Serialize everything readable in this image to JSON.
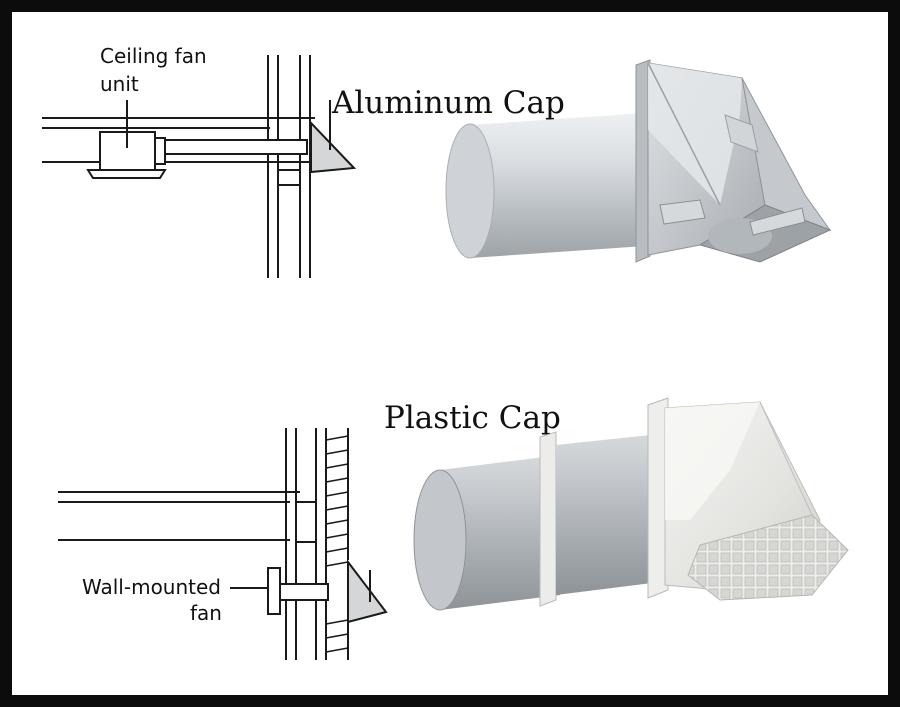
{
  "diagram": {
    "upper": {
      "callout_line1": "Ceiling fan",
      "callout_line2": "unit",
      "product_title": "Aluminum Cap"
    },
    "lower": {
      "callout_line1": "Wall-mounted",
      "callout_line2": "fan",
      "product_title": "Plastic Cap"
    }
  },
  "colors": {
    "frame": "#0c0c0c",
    "line_art": "#1a1a1a",
    "aluminum": "#c9cdd1",
    "plastic": "#e6e6e4"
  }
}
